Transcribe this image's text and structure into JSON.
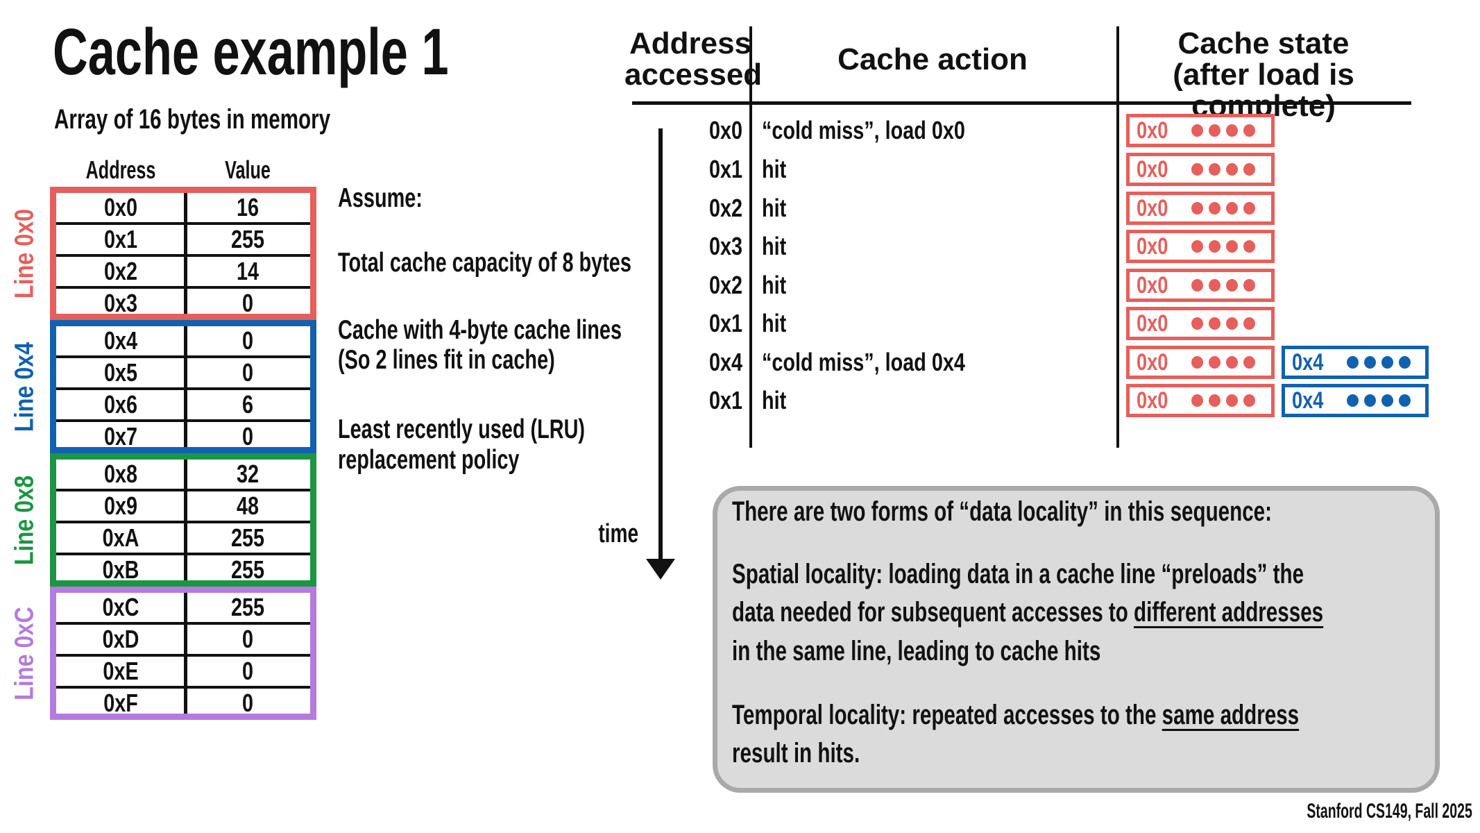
{
  "slide": {
    "title": "Cache example 1",
    "footer": "Stanford CS149, Fall 2025"
  },
  "colors": {
    "line_0x0_red": "#E65F5C",
    "line_0x4_blue": "#1161B1",
    "line_0x8_green": "#1B9643",
    "line_0xC_purple": "#B57BDE",
    "note_bg": "#DBDBDB",
    "note_border": "#A9A9A9",
    "text": "#111111"
  },
  "memory_table": {
    "heading": "Array of 16 bytes in memory",
    "columns": {
      "address": "Address",
      "value": "Value"
    },
    "groups": [
      {
        "label": "Line 0x0",
        "rows": [
          {
            "address": "0x0",
            "value": "16"
          },
          {
            "address": "0x1",
            "value": "255"
          },
          {
            "address": "0x2",
            "value": "14"
          },
          {
            "address": "0x3",
            "value": "0"
          }
        ]
      },
      {
        "label": "Line 0x4",
        "rows": [
          {
            "address": "0x4",
            "value": "0"
          },
          {
            "address": "0x5",
            "value": "0"
          },
          {
            "address": "0x6",
            "value": "6"
          },
          {
            "address": "0x7",
            "value": "0"
          }
        ]
      },
      {
        "label": "Line 0x8",
        "rows": [
          {
            "address": "0x8",
            "value": "32"
          },
          {
            "address": "0x9",
            "value": "48"
          },
          {
            "address": "0xA",
            "value": "255"
          },
          {
            "address": "0xB",
            "value": "255"
          }
        ]
      },
      {
        "label": "Line 0xC",
        "rows": [
          {
            "address": "0xC",
            "value": "255"
          },
          {
            "address": "0xD",
            "value": "0"
          },
          {
            "address": "0xE",
            "value": "0"
          },
          {
            "address": "0xF",
            "value": "0"
          }
        ]
      }
    ]
  },
  "assumptions": {
    "heading": "Assume:",
    "line1": "Total cache capacity of 8 bytes",
    "line2": "Cache with 4-byte cache lines",
    "line3": "(So 2 lines fit in cache)",
    "line4": "Least recently used (LRU)",
    "line5": "replacement policy"
  },
  "timeline": {
    "label": "time"
  },
  "access_table": {
    "headers": {
      "address_line1": "Address",
      "address_line2": "accessed",
      "action": "Cache action",
      "state_line1": "Cache state",
      "state_line2": "(after load is complete)"
    },
    "bytes_per_line": 4,
    "rows": [
      {
        "address": "0x0",
        "action": "“cold miss”, load 0x0",
        "state": [
          {
            "tag": "0x0"
          }
        ]
      },
      {
        "address": "0x1",
        "action": "hit",
        "state": [
          {
            "tag": "0x0"
          }
        ]
      },
      {
        "address": "0x2",
        "action": "hit",
        "state": [
          {
            "tag": "0x0"
          }
        ]
      },
      {
        "address": "0x3",
        "action": "hit",
        "state": [
          {
            "tag": "0x0"
          }
        ]
      },
      {
        "address": "0x2",
        "action": "hit",
        "state": [
          {
            "tag": "0x0"
          }
        ]
      },
      {
        "address": "0x1",
        "action": "hit",
        "state": [
          {
            "tag": "0x0"
          }
        ]
      },
      {
        "address": "0x4",
        "action": "“cold miss”, load 0x4",
        "state": [
          {
            "tag": "0x0"
          },
          {
            "tag": "0x4"
          }
        ]
      },
      {
        "address": "0x1",
        "action": "hit",
        "state": [
          {
            "tag": "0x0"
          },
          {
            "tag": "0x4"
          }
        ]
      }
    ]
  },
  "note_box": {
    "line1": "There are two forms of “data locality” in this sequence:",
    "line2": "Spatial locality: loading data in a cache line “preloads” the",
    "line3_pre": "data needed for subsequent accesses to ",
    "line3_underlined": "different addresses",
    "line4": "in the same line, leading to cache hits",
    "line5_pre": "Temporal locality: repeated accesses to the ",
    "line5_underlined": "same address",
    "line6": "result in hits."
  }
}
